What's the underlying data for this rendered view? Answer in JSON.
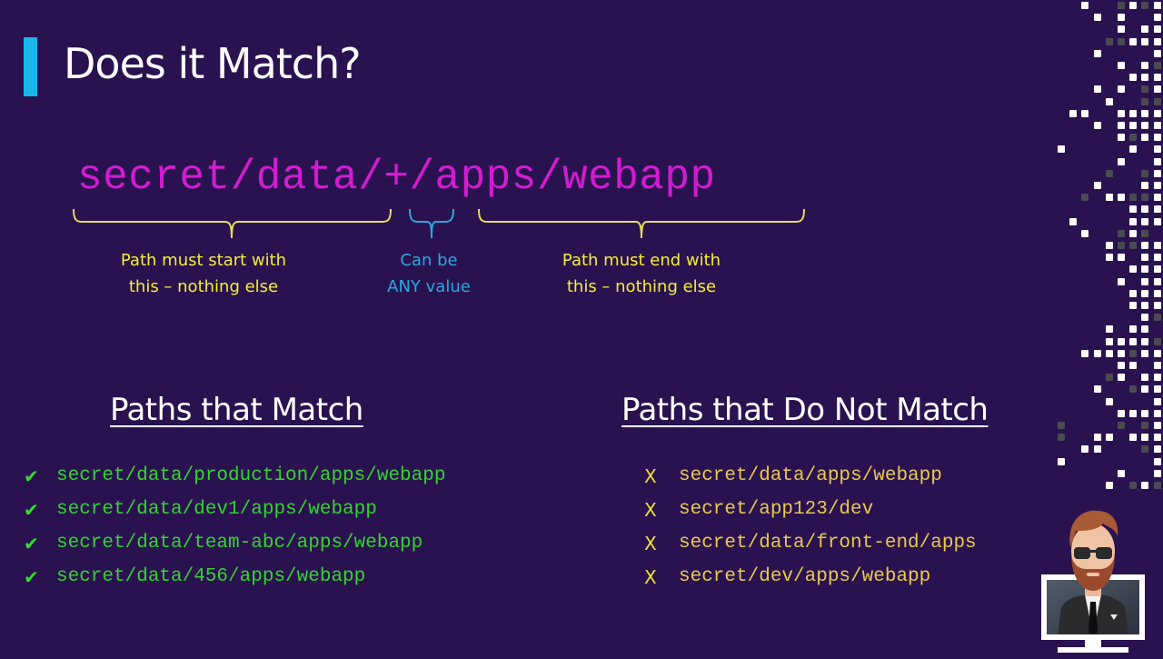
{
  "slide": {
    "title": "Does it Match?",
    "accent_color": "#19b4e8",
    "background_color": "#2a1250"
  },
  "pattern": {
    "text": "secret/data/+/apps/webapp",
    "color": "#d21cd2",
    "annotations": [
      {
        "segment": "secret/data/",
        "line1": "Path must start with",
        "line2": "this – nothing else",
        "color": "#f3f032"
      },
      {
        "segment": "+",
        "line1": "Can be",
        "line2": "ANY value",
        "color": "#2aa8e0"
      },
      {
        "segment": "apps/webapp",
        "line1": "Path must end with",
        "line2": "this – nothing else",
        "color": "#f3f032"
      }
    ]
  },
  "match": {
    "heading": "Paths that Match",
    "icon": "check-icon",
    "mark": "✔",
    "items": [
      "secret/data/production/apps/webapp",
      "secret/data/dev1/apps/webapp",
      "secret/data/team-abc/apps/webapp",
      "secret/data/456/apps/webapp"
    ]
  },
  "nomatch": {
    "heading": "Paths that Do Not Match",
    "icon": "x-icon",
    "mark": "X",
    "items": [
      "secret/data/apps/webapp",
      "secret/app123/dev",
      "secret/data/front-end/apps",
      "secret/dev/apps/webapp"
    ]
  }
}
